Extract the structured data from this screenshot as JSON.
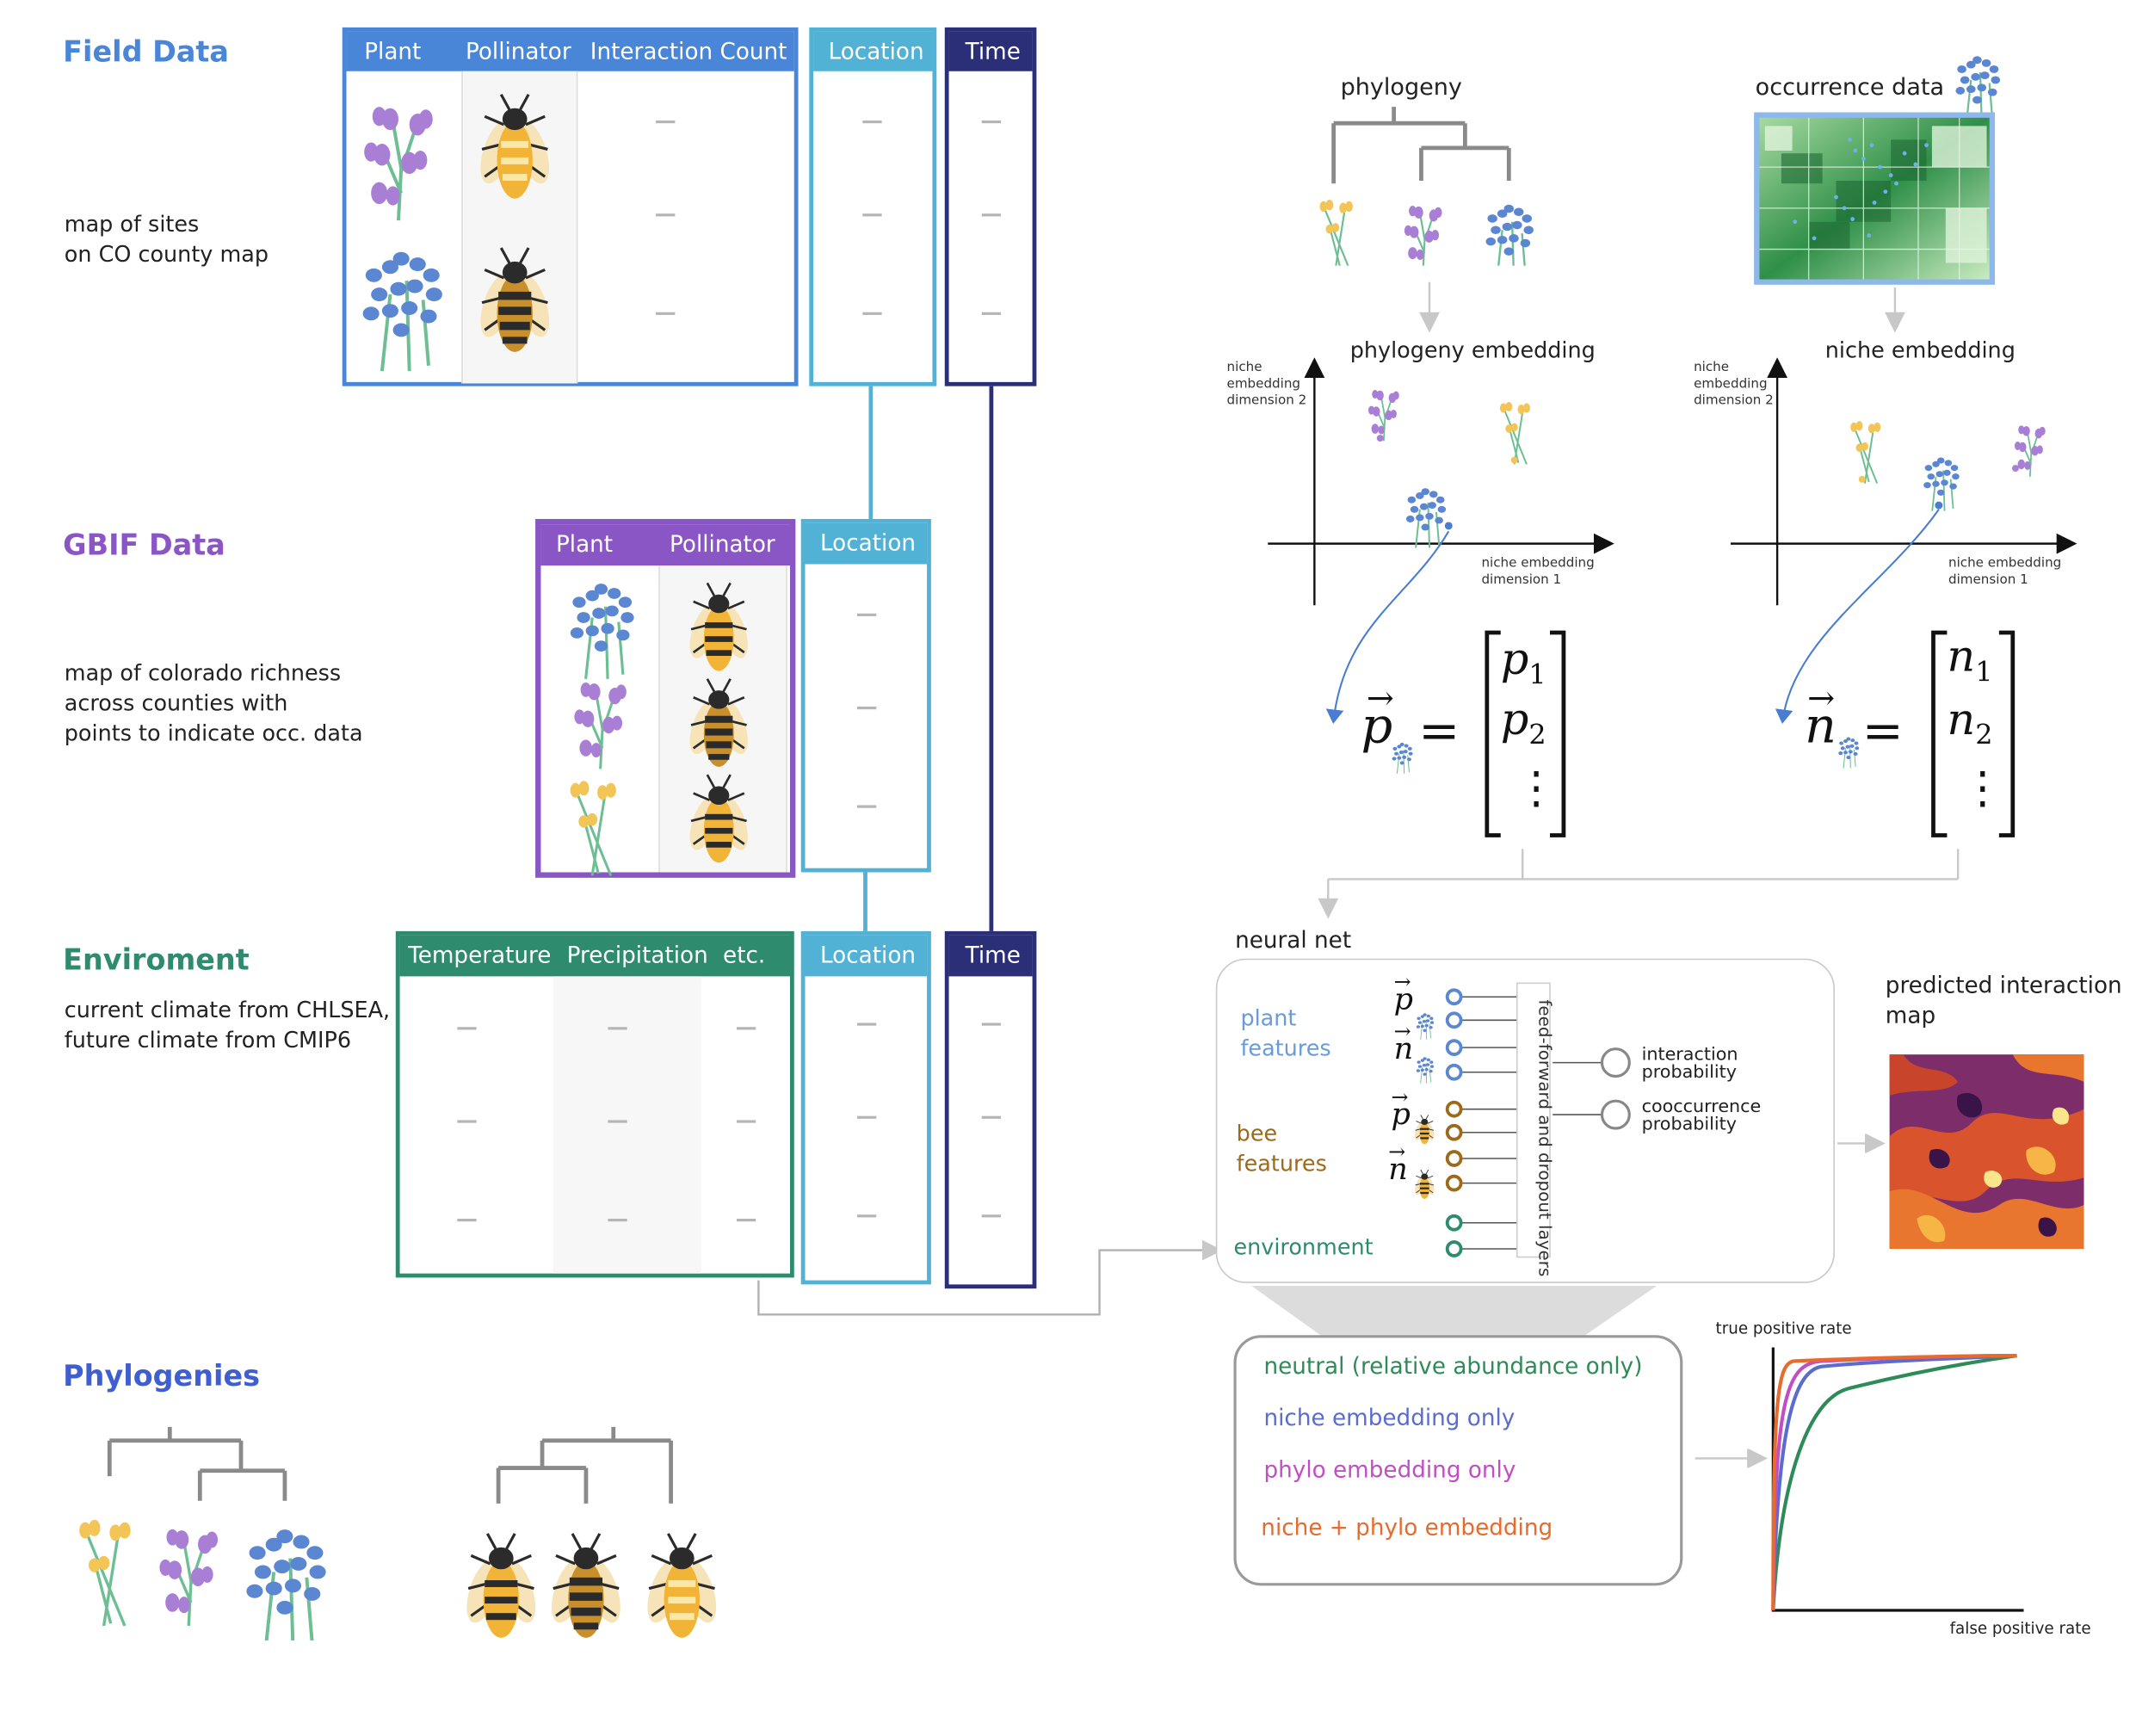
{
  "sections": {
    "field": {
      "title": "Field Data",
      "note_lines": [
        "map of sites",
        "on CO county map"
      ]
    },
    "gbif": {
      "title": "GBIF Data",
      "note_lines": [
        "map of colorado richness",
        "across counties with",
        "points to indicate occ. data"
      ]
    },
    "env": {
      "title": "Enviroment",
      "note_lines": [
        "current climate from CHLSEA,",
        "future climate from CMIP6"
      ]
    },
    "phylo": {
      "title": "Phylogenies"
    }
  },
  "tables": {
    "field": {
      "columns": [
        "Plant",
        "Pollinator",
        "Interaction Count"
      ],
      "placeholder": "—"
    },
    "field_location": {
      "header": "Location"
    },
    "field_time": {
      "header": "Time"
    },
    "gbif": {
      "columns": [
        "Plant",
        "Pollinator"
      ]
    },
    "gbif_location": {
      "header": "Location"
    },
    "env": {
      "columns": [
        "Temperature",
        "Precipitation",
        "etc."
      ]
    },
    "env_location": {
      "header": "Location"
    },
    "env_time": {
      "header": "Time"
    }
  },
  "pipeline": {
    "phylogeny_label": "phylogeny",
    "occurrence_label": "occurrence data",
    "phylogeny_embedding_label": "phylogeny embedding",
    "niche_embedding_label": "niche embedding",
    "axis_y_lines": [
      "niche",
      "embedding",
      "dimension 2"
    ],
    "axis_x_lines": [
      "niche embedding",
      "dimension 1"
    ],
    "vector_p": {
      "symbol": "p",
      "entries": [
        "p",
        "p",
        "⋮"
      ],
      "subs": [
        "1",
        "2"
      ]
    },
    "vector_n": {
      "symbol": "n",
      "entries": [
        "n",
        "n",
        "⋮"
      ],
      "subs": [
        "1",
        "2"
      ]
    }
  },
  "neural_net": {
    "title": "neural net",
    "plant_features": [
      "plant",
      "features"
    ],
    "bee_features": [
      "bee",
      "features"
    ],
    "environment": "environment",
    "layers_label": "feed-forward and dropout layers",
    "output1": [
      "interaction",
      "probability"
    ],
    "output2": [
      "cooccurrence",
      "probability"
    ],
    "vec_p": "p",
    "vec_n": "n"
  },
  "predicted_map": {
    "title_lines": [
      "predicted interaction",
      "map"
    ]
  },
  "models": {
    "items": [
      {
        "label": "neutral (relative abundance only)",
        "color": "#2e8b57"
      },
      {
        "label": "niche embedding only",
        "color": "#5b6cd0"
      },
      {
        "label": "phylo embedding only",
        "color": "#c04fc4"
      },
      {
        "label": "niche + phylo embedding",
        "color": "#e86b2e"
      }
    ]
  },
  "roc": {
    "ylabel": "true positive rate",
    "xlabel": "false positive rate"
  },
  "colors": {
    "field": "#4a86d8",
    "gbif": "#8a55c4",
    "env": "#2e8b6e",
    "phylo": "#3f5fd0",
    "location": "#52b2d6",
    "time": "#2b2f78"
  }
}
